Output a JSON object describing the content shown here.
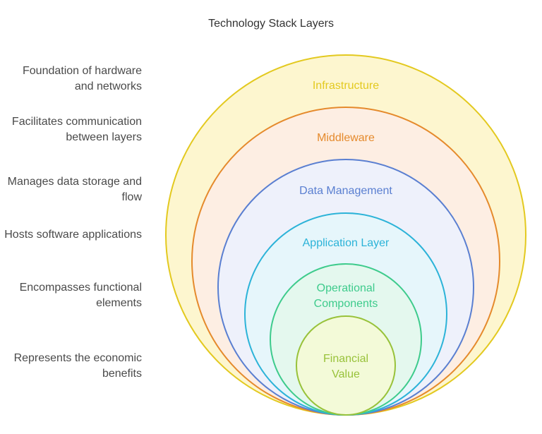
{
  "title": "Technology Stack Layers",
  "layers": [
    {
      "label": "Infrastructure",
      "description": "Foundation of hardware and networks",
      "color": "#e3c91f",
      "fill": "#fdf6cf"
    },
    {
      "label": "Middleware",
      "description": "Facilitates communication between layers",
      "color": "#e58a2c",
      "fill": "#fdeee3"
    },
    {
      "label": "Data Management",
      "description": "Manages data storage and flow",
      "color": "#5a7fd1",
      "fill": "#eef1fb"
    },
    {
      "label": "Application Layer",
      "description": "Hosts software applications",
      "color": "#2cb3d8",
      "fill": "#e6f6fb"
    },
    {
      "label": "Operational Components",
      "description": "Encompasses functional elements",
      "color": "#3ecb8c",
      "fill": "#e4f8ee"
    },
    {
      "label": "Financial Value",
      "description": "Represents the economic benefits",
      "color": "#98c23a",
      "fill": "#f3fad8"
    }
  ]
}
